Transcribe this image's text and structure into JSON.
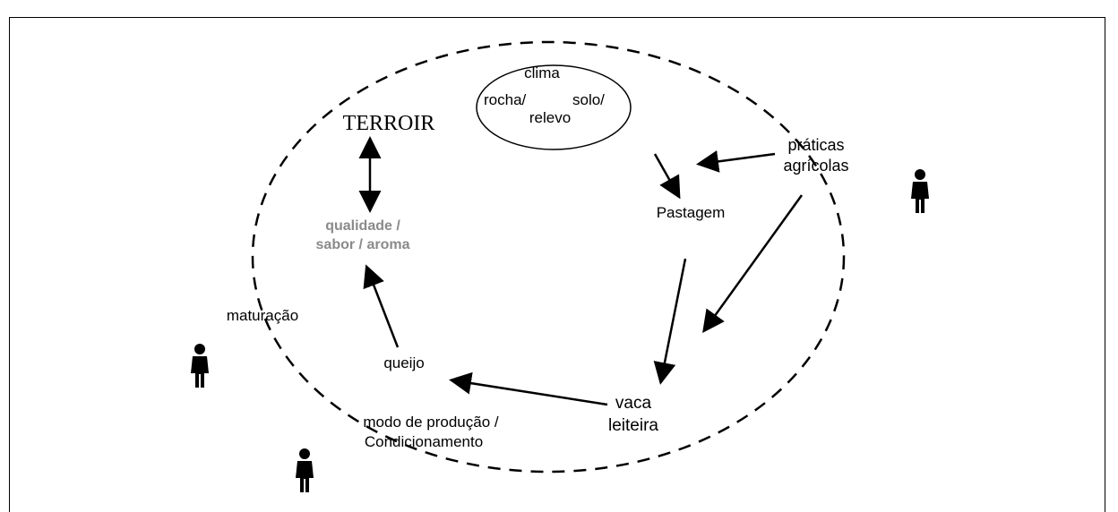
{
  "diagram": {
    "labels": {
      "clima": "clima",
      "rocha": "rocha/",
      "solo": "solo/",
      "relevo": "relevo",
      "terroir": "TERROIR",
      "praticas_line1": "práticas",
      "praticas_line2": "agrícolas",
      "pastagem": "Pastagem",
      "qualidade_line1": "qualidade /",
      "qualidade_line2": "sabor / aroma",
      "maturacao": "maturação",
      "queijo": "queijo",
      "vaca_line1": "vaca",
      "vaca_line2": "leiteira",
      "modo_line1": "modo de produção /",
      "modo_line2": "Condicionamento"
    },
    "human_figures": [
      {
        "name": "person-icon-right"
      },
      {
        "name": "person-icon-left"
      },
      {
        "name": "person-icon-bottom"
      }
    ],
    "colors": {
      "ink": "#000000",
      "quality_text": "#8a8a8a",
      "background": "#ffffff"
    }
  }
}
